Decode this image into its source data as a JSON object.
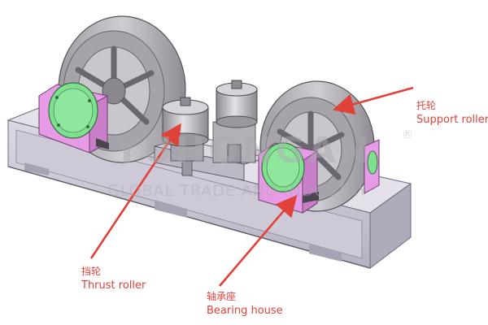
{
  "labels": {
    "support_roller": {
      "zh": "托轮",
      "en": "Support roller"
    },
    "thrust_roller": {
      "zh": "挡轮",
      "en": "Thrust roller"
    },
    "bearing_house": {
      "zh": "轴承座",
      "en": "Bearing house"
    }
  },
  "watermark": {
    "brand": "YUHONGAN",
    "tagline": "GLOBAL TRADE AND INDUSTRY",
    "registered": "®"
  },
  "colors": {
    "arrow": "#e0423a",
    "bearing_housing": "#e79be6",
    "bearing_cover": "#7fe08f",
    "frame": "#c8c4d2",
    "wheel": "#a9a6ad",
    "background": "#ffffff"
  }
}
